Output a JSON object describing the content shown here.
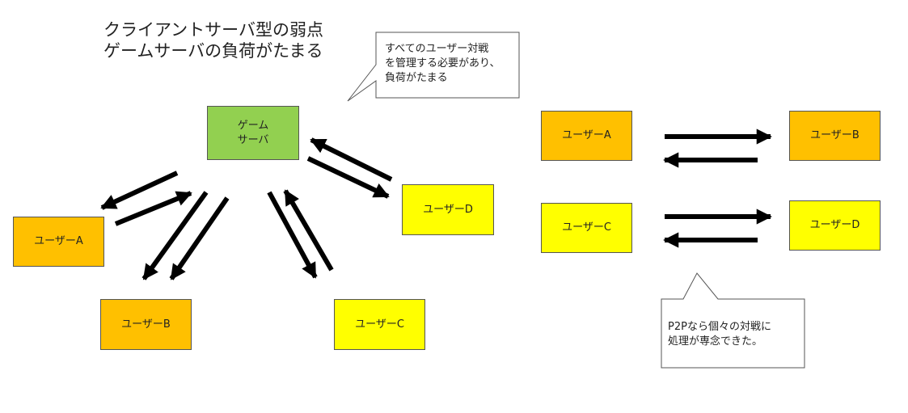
{
  "title": {
    "line1": "クライアントサーバ型の弱点",
    "line2": "ゲームサーバの負荷がたまる"
  },
  "left_diagram": {
    "server_line1": "ゲーム",
    "server_line2": "サーバ",
    "user_a": "ユーザーA",
    "user_b": "ユーザーB",
    "user_c": "ユーザーC",
    "user_d": "ユーザーD"
  },
  "right_diagram": {
    "user_a": "ユーザーA",
    "user_b": "ユーザーB",
    "user_c": "ユーザーC",
    "user_d": "ユーザーD"
  },
  "callouts": {
    "server_note": [
      "すべてのユーザー対戦",
      "を管理する必要があり、",
      "負荷がたまる"
    ],
    "p2p_note": [
      "P2Pなら個々の対戦に",
      "処理が専念できた。"
    ]
  },
  "colors": {
    "orange": "#ffc000",
    "yellow": "#ffff00",
    "green": "#92d050",
    "arrow": "#000000"
  }
}
